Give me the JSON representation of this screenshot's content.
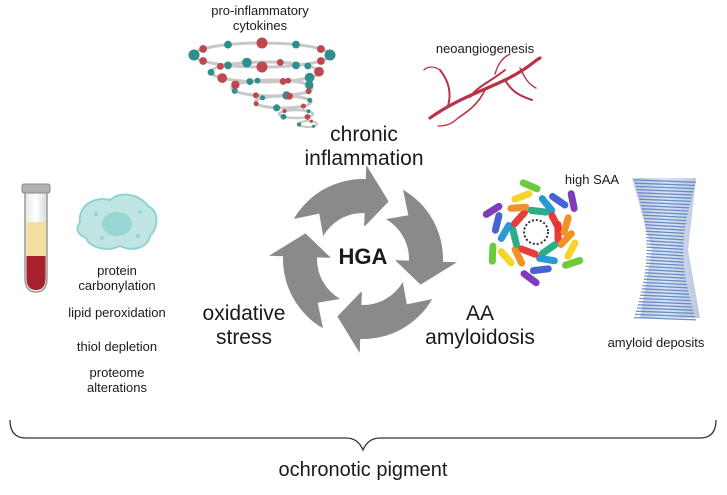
{
  "center": {
    "label": "HGA"
  },
  "cycle": {
    "chronic_inflammation": [
      "chronic",
      "inflammation"
    ],
    "oxidative_stress": [
      "oxidative",
      "stress"
    ],
    "aa_amyloidosis": [
      "AA",
      "amyloidosis"
    ]
  },
  "inflammation_features": {
    "cytokines": [
      "pro-inflammatory",
      "cytokines"
    ],
    "neoangiogenesis": "neoangiogenesis"
  },
  "oxidative_features": {
    "protein_carbonylation": [
      "protein",
      "carbonylation"
    ],
    "lipid_peroxidation": "lipid peroxidation",
    "thiol_depletion": "thiol depletion",
    "proteome_alterations": [
      "proteome",
      "alterations"
    ]
  },
  "amyloid_features": {
    "high_saa": "high SAA",
    "amyloid_deposits": "amyloid deposits"
  },
  "bottom": {
    "label": "ochronotic pigment"
  },
  "colors": {
    "arrow_gray": "#8a8a8a",
    "vessel_red": "#b8334a",
    "cytokine_teal": "#2f8f8f",
    "cytokine_red": "#c0474f",
    "cell_cyan": "#8fd4d0",
    "blood_red": "#a8202c",
    "plasma_yellow": "#f4dfa0",
    "fibril_blue": "#5a7fc0"
  }
}
